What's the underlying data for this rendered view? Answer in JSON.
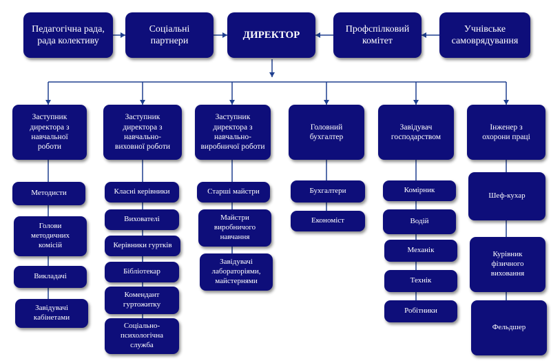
{
  "top_row": [
    {
      "label": "Педагогічна рада,\nрада  колективу"
    },
    {
      "label": "Соціальні\nпартнери"
    },
    {
      "label": "ДИРЕКТОР"
    },
    {
      "label": "Профспілковий\nкомітет"
    },
    {
      "label": "Учнівське\nсамоврядування"
    }
  ],
  "departments": [
    {
      "label": "Заступник\nдиректора з\nнавчальної\nроботи",
      "staff": [
        "Методисти",
        "Голови\nметодичних\nкомісій",
        "Викладачі",
        "Завідувачі\nкабінетами"
      ]
    },
    {
      "label": "Заступник\nдиректора з\nнавчально-\nвиховної роботи",
      "staff": [
        "Класні керівники",
        "Вихователі",
        "Керівники гуртків",
        "Бібліотекар",
        "Комендант\nгуртожитку",
        "Соціально-\nпсихологічна\nслужба"
      ]
    },
    {
      "label": "Заступник\nдиректора з\nнавчально-\nвиробничої роботи",
      "staff": [
        "Старші майстри",
        "Майстри\nвиробничого\nнавчання",
        "Завідувачі\nлабораторіями,\nмайстернями"
      ]
    },
    {
      "label": "Головний\nбухгалтер",
      "staff": [
        "Бухгалтери",
        "Економіст"
      ]
    },
    {
      "label": "Завідувач\nгосподарством",
      "staff": [
        "Комірник",
        "Водій",
        "Механік",
        "Технік",
        "Робітники"
      ]
    },
    {
      "label": "Інженер з\nохорони праці",
      "staff": [
        "Шеф-кухар",
        "Курівник\nфізичного\nвиховання",
        "Фельдшер"
      ]
    }
  ]
}
